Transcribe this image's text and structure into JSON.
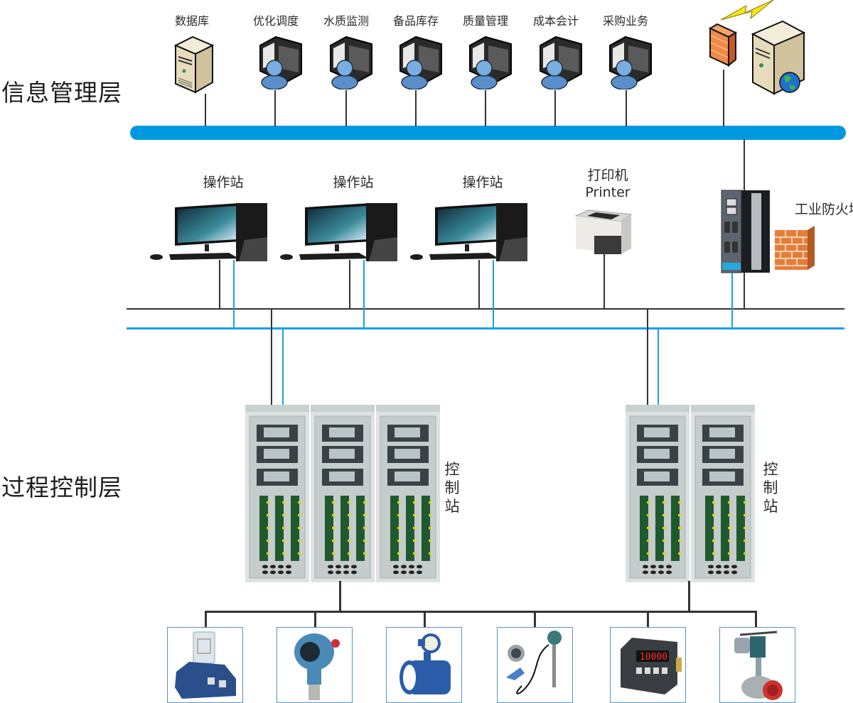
{
  "layers": {
    "info_management": "信息管理层",
    "process_control": "过程控制层"
  },
  "info_nodes": [
    {
      "label": "数据库",
      "icon": "database-server-icon"
    },
    {
      "label": "优化调度",
      "icon": "user-workstation-icon"
    },
    {
      "label": "水质监测",
      "icon": "user-workstation-icon"
    },
    {
      "label": "备品库存",
      "icon": "user-workstation-icon"
    },
    {
      "label": "质量管理",
      "icon": "user-workstation-icon"
    },
    {
      "label": "成本会计",
      "icon": "user-workstation-icon"
    },
    {
      "label": "采购业务",
      "icon": "user-workstation-icon"
    }
  ],
  "internet_gateway": {
    "firewall_icon": "firewall-icon",
    "link_icon": "lightning-icon",
    "server_icon": "web-server-icon"
  },
  "operator_stations": [
    {
      "label": "操作站"
    },
    {
      "label": "操作站"
    },
    {
      "label": "操作站"
    }
  ],
  "printer": {
    "label_cn": "打印机",
    "label_en": "Printer"
  },
  "industrial_firewall": {
    "label": "工业防火墙"
  },
  "control_stations": [
    {
      "label": "控制站",
      "cabinets": 3
    },
    {
      "label": "控制站",
      "cabinets": 2
    }
  ],
  "field_devices": [
    {
      "name": "relay",
      "icon": "relay-icon"
    },
    {
      "name": "pressure-transmitter",
      "icon": "pressure-transmitter-icon"
    },
    {
      "name": "electromagnetic-flowmeter",
      "icon": "flowmeter-icon"
    },
    {
      "name": "temperature-transmitter",
      "icon": "temperature-transmitter-icon"
    },
    {
      "name": "digital-display-controller",
      "icon": "display-controller-icon",
      "reading": "10000"
    },
    {
      "name": "electric-control-valve",
      "icon": "control-valve-icon"
    }
  ],
  "colors": {
    "backbone_bus": "#0099e0",
    "redundant_net": "#1ba1e2",
    "primary_net": "#333333",
    "device_frame": "#5a94bf"
  }
}
